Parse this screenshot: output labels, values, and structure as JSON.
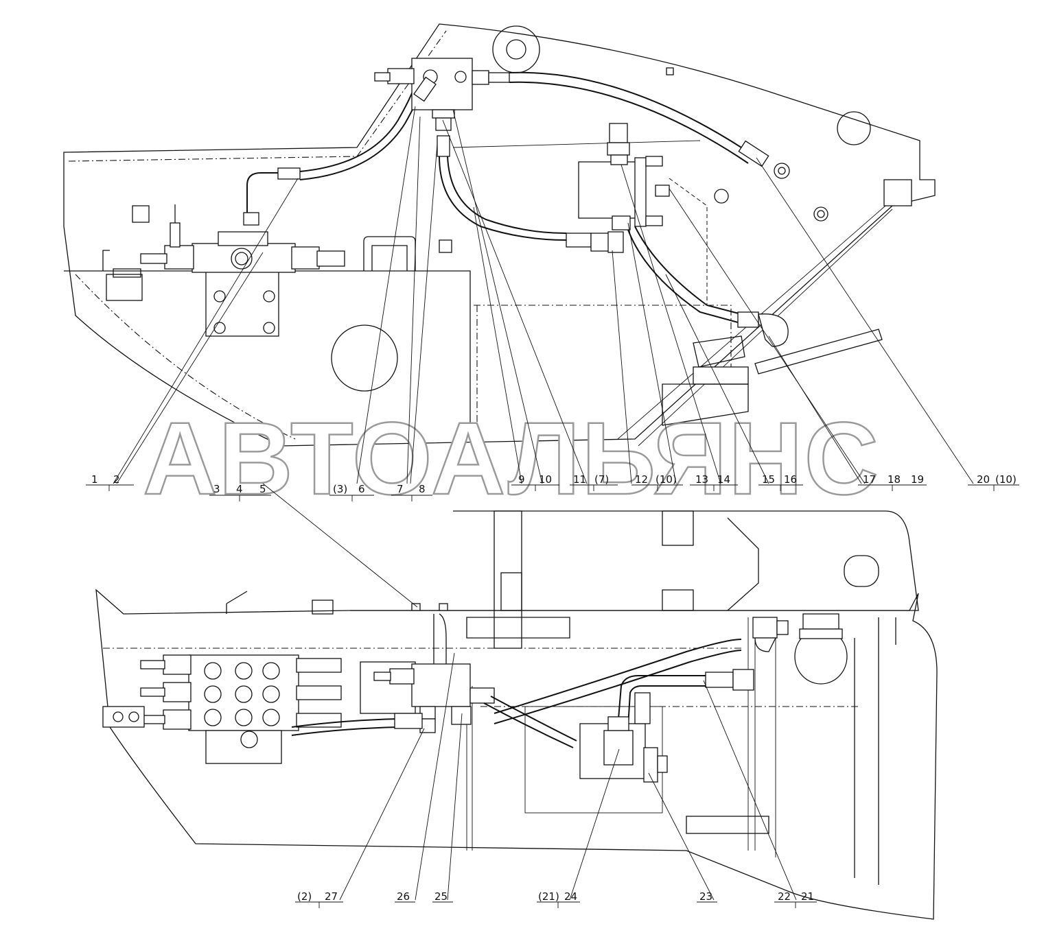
{
  "watermark": "АВТОАЛЬЯНС",
  "callouts": {
    "c1": "1",
    "c2": "2",
    "c3": "3",
    "c4": "4",
    "c5": "5",
    "c3p": "(3)",
    "c6": "6",
    "c7": "7",
    "c8": "8",
    "c9": "9",
    "c10": "10",
    "c11": "11",
    "c7p": "(7)",
    "c12": "12",
    "c10p": "(10)",
    "c13": "13",
    "c14": "14",
    "c15": "15",
    "c16": "16",
    "c17": "17",
    "c18": "18",
    "c19": "19",
    "c20": "20",
    "c10q": "(10)",
    "c2p": "(2)",
    "c27": "27",
    "c26": "26",
    "c25": "25",
    "c21p": "(21)",
    "c24": "24",
    "c23": "23",
    "c22": "22",
    "c21": "21"
  }
}
